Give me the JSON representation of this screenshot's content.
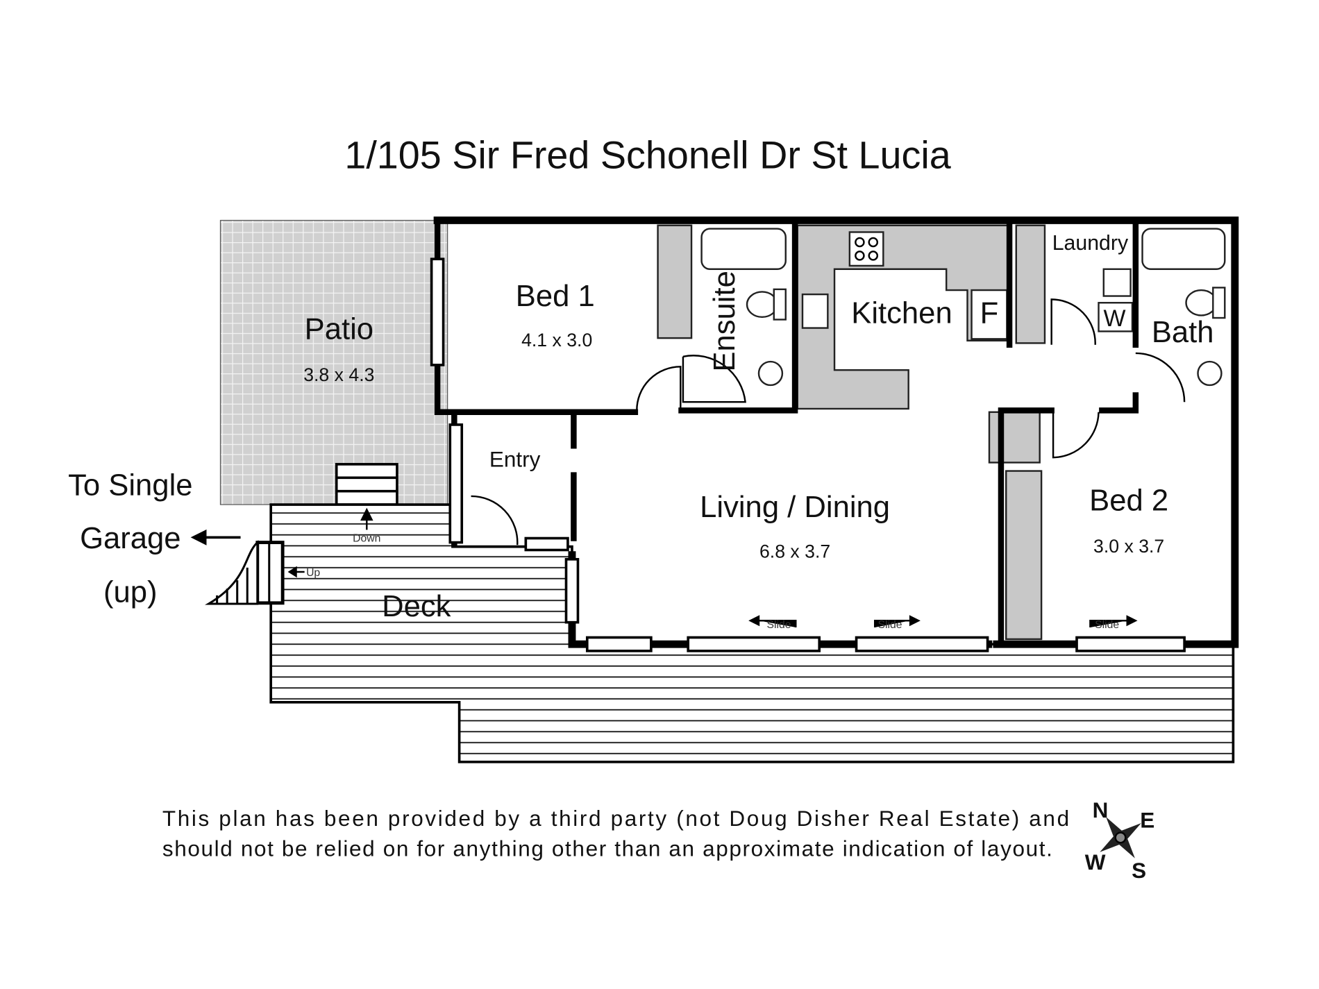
{
  "title": "1/105 Sir Fred Schonell Dr St Lucia",
  "rooms": {
    "patio": {
      "name": "Patio",
      "dims": "3.8 x 4.3"
    },
    "bed1": {
      "name": "Bed 1",
      "dims": "4.1 x 3.0"
    },
    "ensuite": {
      "name": "Ensuite"
    },
    "kitchen": {
      "name": "Kitchen",
      "fridge": "F"
    },
    "laundry": {
      "name": "Laundry",
      "washer": "W"
    },
    "bath": {
      "name": "Bath"
    },
    "entry": {
      "name": "Entry"
    },
    "living": {
      "name": "Living / Dining",
      "dims": "6.8 x 3.7"
    },
    "bed2": {
      "name": "Bed 2",
      "dims": "3.0 x 3.7"
    },
    "deck": {
      "name": "Deck"
    }
  },
  "annotations": {
    "down": "Down",
    "up": "Up",
    "slide": "Slide"
  },
  "garage_note": [
    "To Single",
    "Garage",
    "(up)"
  ],
  "disclaimer": [
    "This plan has been provided by a third party (not Doug Disher Real Estate) and",
    "should not be relied on for anything other than an approximate indication of layout."
  ],
  "compass": {
    "n": "N",
    "e": "E",
    "s": "S",
    "w": "W"
  }
}
